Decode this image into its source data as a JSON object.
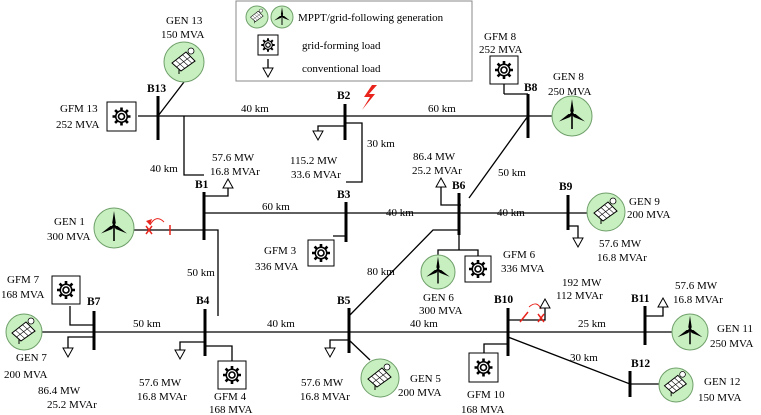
{
  "colors": {
    "generator_fill": "#c8efc0",
    "fault": "#e8241c",
    "line": "#000000"
  },
  "legend": {
    "mppt": "MPPT/grid-following generation",
    "gfm": "grid-forming load",
    "conventional": "conventional load"
  },
  "buses": {
    "b1": "B1",
    "b2": "B2",
    "b3": "B3",
    "b4": "B4",
    "b5": "B5",
    "b6": "B6",
    "b7": "B7",
    "b8": "B8",
    "b9": "B9",
    "b10": "B10",
    "b11": "B11",
    "b12": "B12",
    "b13": "B13"
  },
  "lines": {
    "b13_b2": "40 km",
    "b2_b8": "60 km",
    "b2_b3": "30 km",
    "b13_b1": "40 km",
    "b8_b6": "50 km",
    "b1_b3": "60 km",
    "b3_b6": "40 km",
    "b6_b9": "40 km",
    "b1_b4": "50 km",
    "b6_b5": "80 km",
    "b7_b4": "50 km",
    "b4_b5": "40 km",
    "b5_b10": "40 km",
    "b10_b11": "25 km",
    "b10_b12": "30 km"
  },
  "generators": {
    "gen13": {
      "name": "GEN 13",
      "rating": "150 MVA",
      "icon": "solar-panel-icon"
    },
    "gen8": {
      "name": "GEN 8",
      "rating": "250 MVA",
      "icon": "wind-turbine-icon"
    },
    "gen1": {
      "name": "GEN 1",
      "rating": "300 MVA",
      "icon": "wind-turbine-icon"
    },
    "gen9": {
      "name": "GEN 9",
      "rating": "200 MVA",
      "icon": "solar-panel-icon"
    },
    "gen6": {
      "name": "GEN 6",
      "rating": "300 MVA",
      "icon": "wind-turbine-icon"
    },
    "gen7": {
      "name": "GEN 7",
      "rating": "200 MVA",
      "icon": "solar-panel-icon"
    },
    "gen5": {
      "name": "GEN 5",
      "rating": "200 MVA",
      "icon": "solar-panel-icon"
    },
    "gen11": {
      "name": "GEN 11",
      "rating": "250 MVA",
      "icon": "wind-turbine-icon"
    },
    "gen12": {
      "name": "GEN 12",
      "rating": "150 MVA",
      "icon": "solar-panel-icon"
    }
  },
  "gfm_loads": {
    "gfm13": {
      "name": "GFM 13",
      "rating": "252 MVA"
    },
    "gfm8": {
      "name": "GFM 8",
      "rating": "252 MVA"
    },
    "gfm3": {
      "name": "GFM 3",
      "rating": "336 MVA"
    },
    "gfm6": {
      "name": "GFM 6",
      "rating": "336 MVA"
    },
    "gfm7": {
      "name": "GFM 7",
      "rating": "168 MVA"
    },
    "gfm4": {
      "name": "GFM 4",
      "rating": "168 MVA"
    },
    "gfm10": {
      "name": "GFM 10",
      "rating": "168 MVA"
    }
  },
  "conventional_loads": {
    "load1": {
      "p": "57.6 MW",
      "q": "16.8 MVAr"
    },
    "load2": {
      "p": "115.2 MW",
      "q": "33.6 MVAr"
    },
    "load6": {
      "p": "86.4 MW",
      "q": "25.2 MVAr"
    },
    "load9": {
      "p": "57.6 MW",
      "q": "16.8 MVAr"
    },
    "load10": {
      "p": "192 MW",
      "q": "112 MVAr"
    },
    "load11": {
      "p": "57.6 MW",
      "q": "16.8 MVAr"
    },
    "load7": {
      "p": "86.4 MW",
      "q": "25.2 MVAr"
    },
    "load4": {
      "p": "57.6 MW",
      "q": "16.8 MVAr"
    },
    "load5": {
      "p": "57.6 MW",
      "q": "16.8 MVAr"
    }
  }
}
